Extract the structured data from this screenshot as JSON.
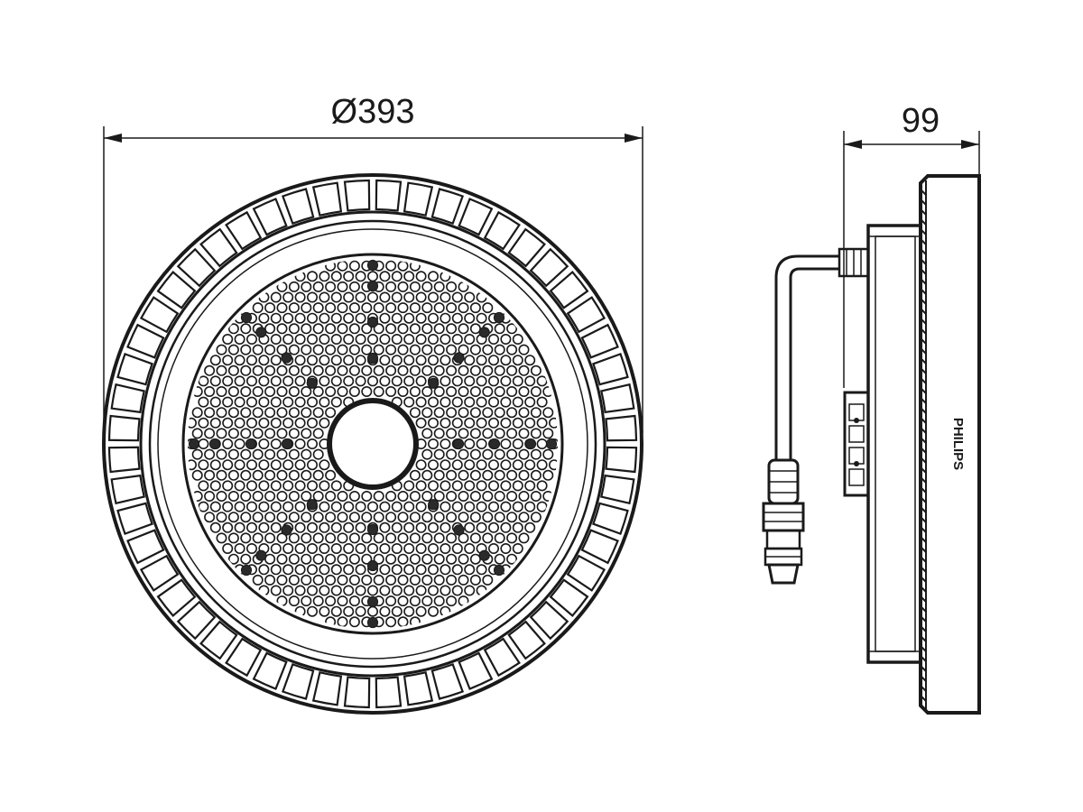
{
  "dimensions": {
    "diameter_label": "Ø393",
    "depth_label": "99"
  },
  "brand_mark": "PHILIPS",
  "colors": {
    "line": "#1a1a1a",
    "background": "#ffffff"
  }
}
